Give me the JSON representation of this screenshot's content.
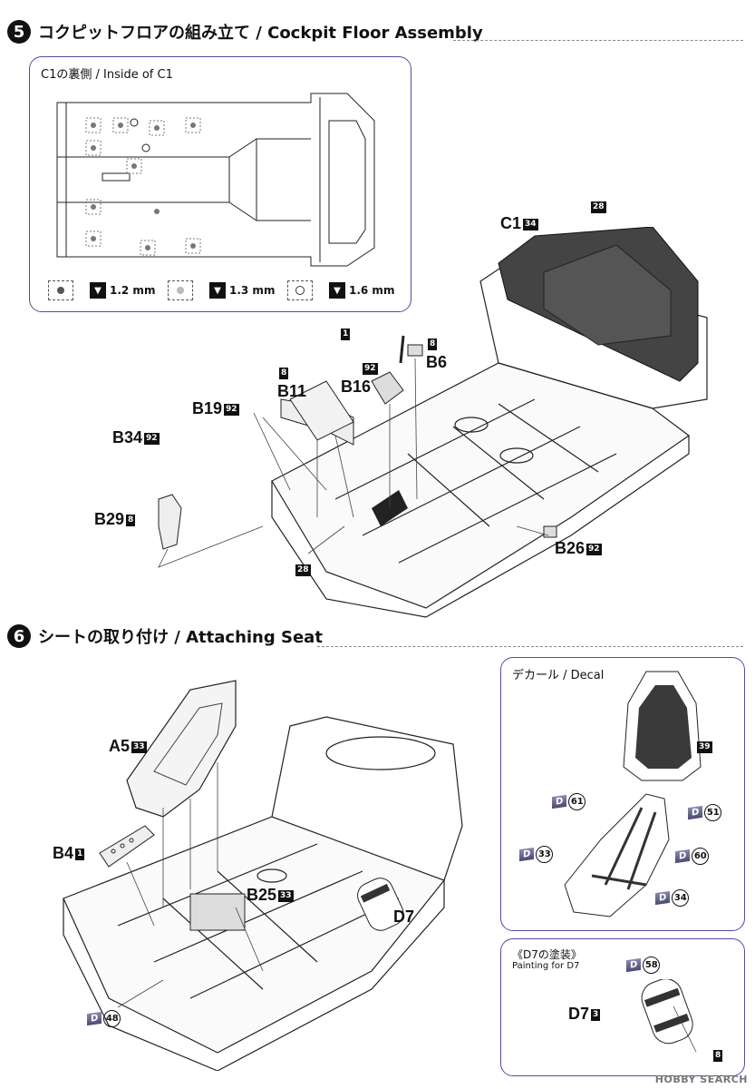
{
  "step5": {
    "number": "5",
    "title": "コクピットフロアの組み立て / Cockpit Floor Assembly",
    "inset_title": "C1の裏側 / Inside of C1",
    "legend": [
      {
        "size": "1.2 mm"
      },
      {
        "size": "1.3 mm"
      },
      {
        "size": "1.6 mm"
      }
    ],
    "parts": {
      "c1": "C1",
      "c1_code": "34",
      "c1_color": "28",
      "b11": "B11",
      "b11_code": "8",
      "b16": "B16",
      "b16_code": "92",
      "lever_code": "1",
      "b6": "B6",
      "b6_code": "8",
      "b19": "B19",
      "b19_code": "92",
      "b34": "B34",
      "b34_code": "92",
      "b29": "B29",
      "b29_code": "8",
      "b26": "B26",
      "b26_code": "92",
      "floor_color": "28"
    }
  },
  "step6": {
    "number": "6",
    "title": "シートの取り付け / Attaching Seat",
    "parts": {
      "a5": "A5",
      "a5_code": "33",
      "b4": "B4",
      "b4_code": "1",
      "b25": "B25",
      "b25_code": "33",
      "d7": "D7",
      "d48": "48"
    },
    "decal_panel": {
      "title": "デカール / Decal",
      "seat_color": "39",
      "decals": [
        "61",
        "51",
        "33",
        "60",
        "34"
      ]
    },
    "painting_panel": {
      "title": "《D7の塗装》",
      "subtitle": "Painting for D7",
      "part": "D7",
      "part_code": "3",
      "decal": "58",
      "code": "8"
    }
  },
  "watermark": "HOBBY SEARCH",
  "decal_letter": "D",
  "icons": [
    "drill-icon",
    "seat-drawing",
    "extinguisher-drawing",
    "floor-drawing"
  ]
}
